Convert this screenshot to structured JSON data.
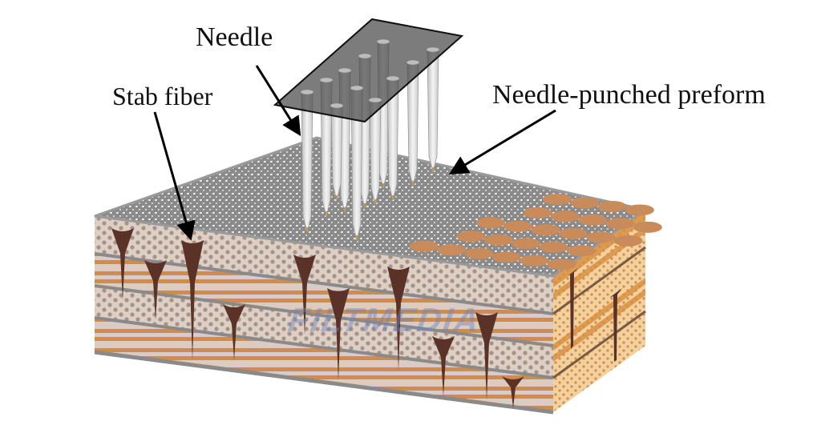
{
  "diagram": {
    "title": "Needle-punched preform schematic",
    "labels": {
      "needle": "Needle",
      "stab_fiber": "Stab fiber",
      "preform": "Needle-punched preform"
    },
    "watermark": "FILTMEDIA",
    "components": [
      {
        "id": "needle-board",
        "description": "Translucent gray plate holding needles"
      },
      {
        "id": "needles",
        "description": "Barbed felting needles",
        "count": 11
      },
      {
        "id": "top-fiber-web",
        "description": "Gray fibrous web surface"
      },
      {
        "id": "punch-holes",
        "description": "Brown punched spots on top surface",
        "count": 26
      },
      {
        "id": "stacked-layers",
        "description": "Alternating dotted and striped fabric plies",
        "count": 4
      },
      {
        "id": "stab-fibers",
        "description": "Dark brown tapered fibers pushed through the layers"
      }
    ],
    "colors": {
      "needle_board": "#555555",
      "needle": "#e6e6e6",
      "fiber_web": "#8d8d8d",
      "punch_hole": "#c98b5a",
      "layer_base": "#d9ccc4",
      "layer_dot": "#a89080",
      "layer_stripe": "#cf8c4a",
      "stab_fiber": "#5a3228",
      "side_face": "#f2c98a",
      "arrow": "#000000"
    }
  }
}
